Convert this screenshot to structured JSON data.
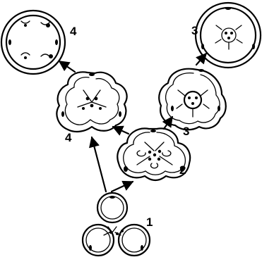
{
  "labels": {
    "stage1": "1",
    "stage2": "2",
    "stage3_left": "3",
    "stage3_right": "3",
    "stage4_left": "4",
    "stage4_top": "4"
  }
}
